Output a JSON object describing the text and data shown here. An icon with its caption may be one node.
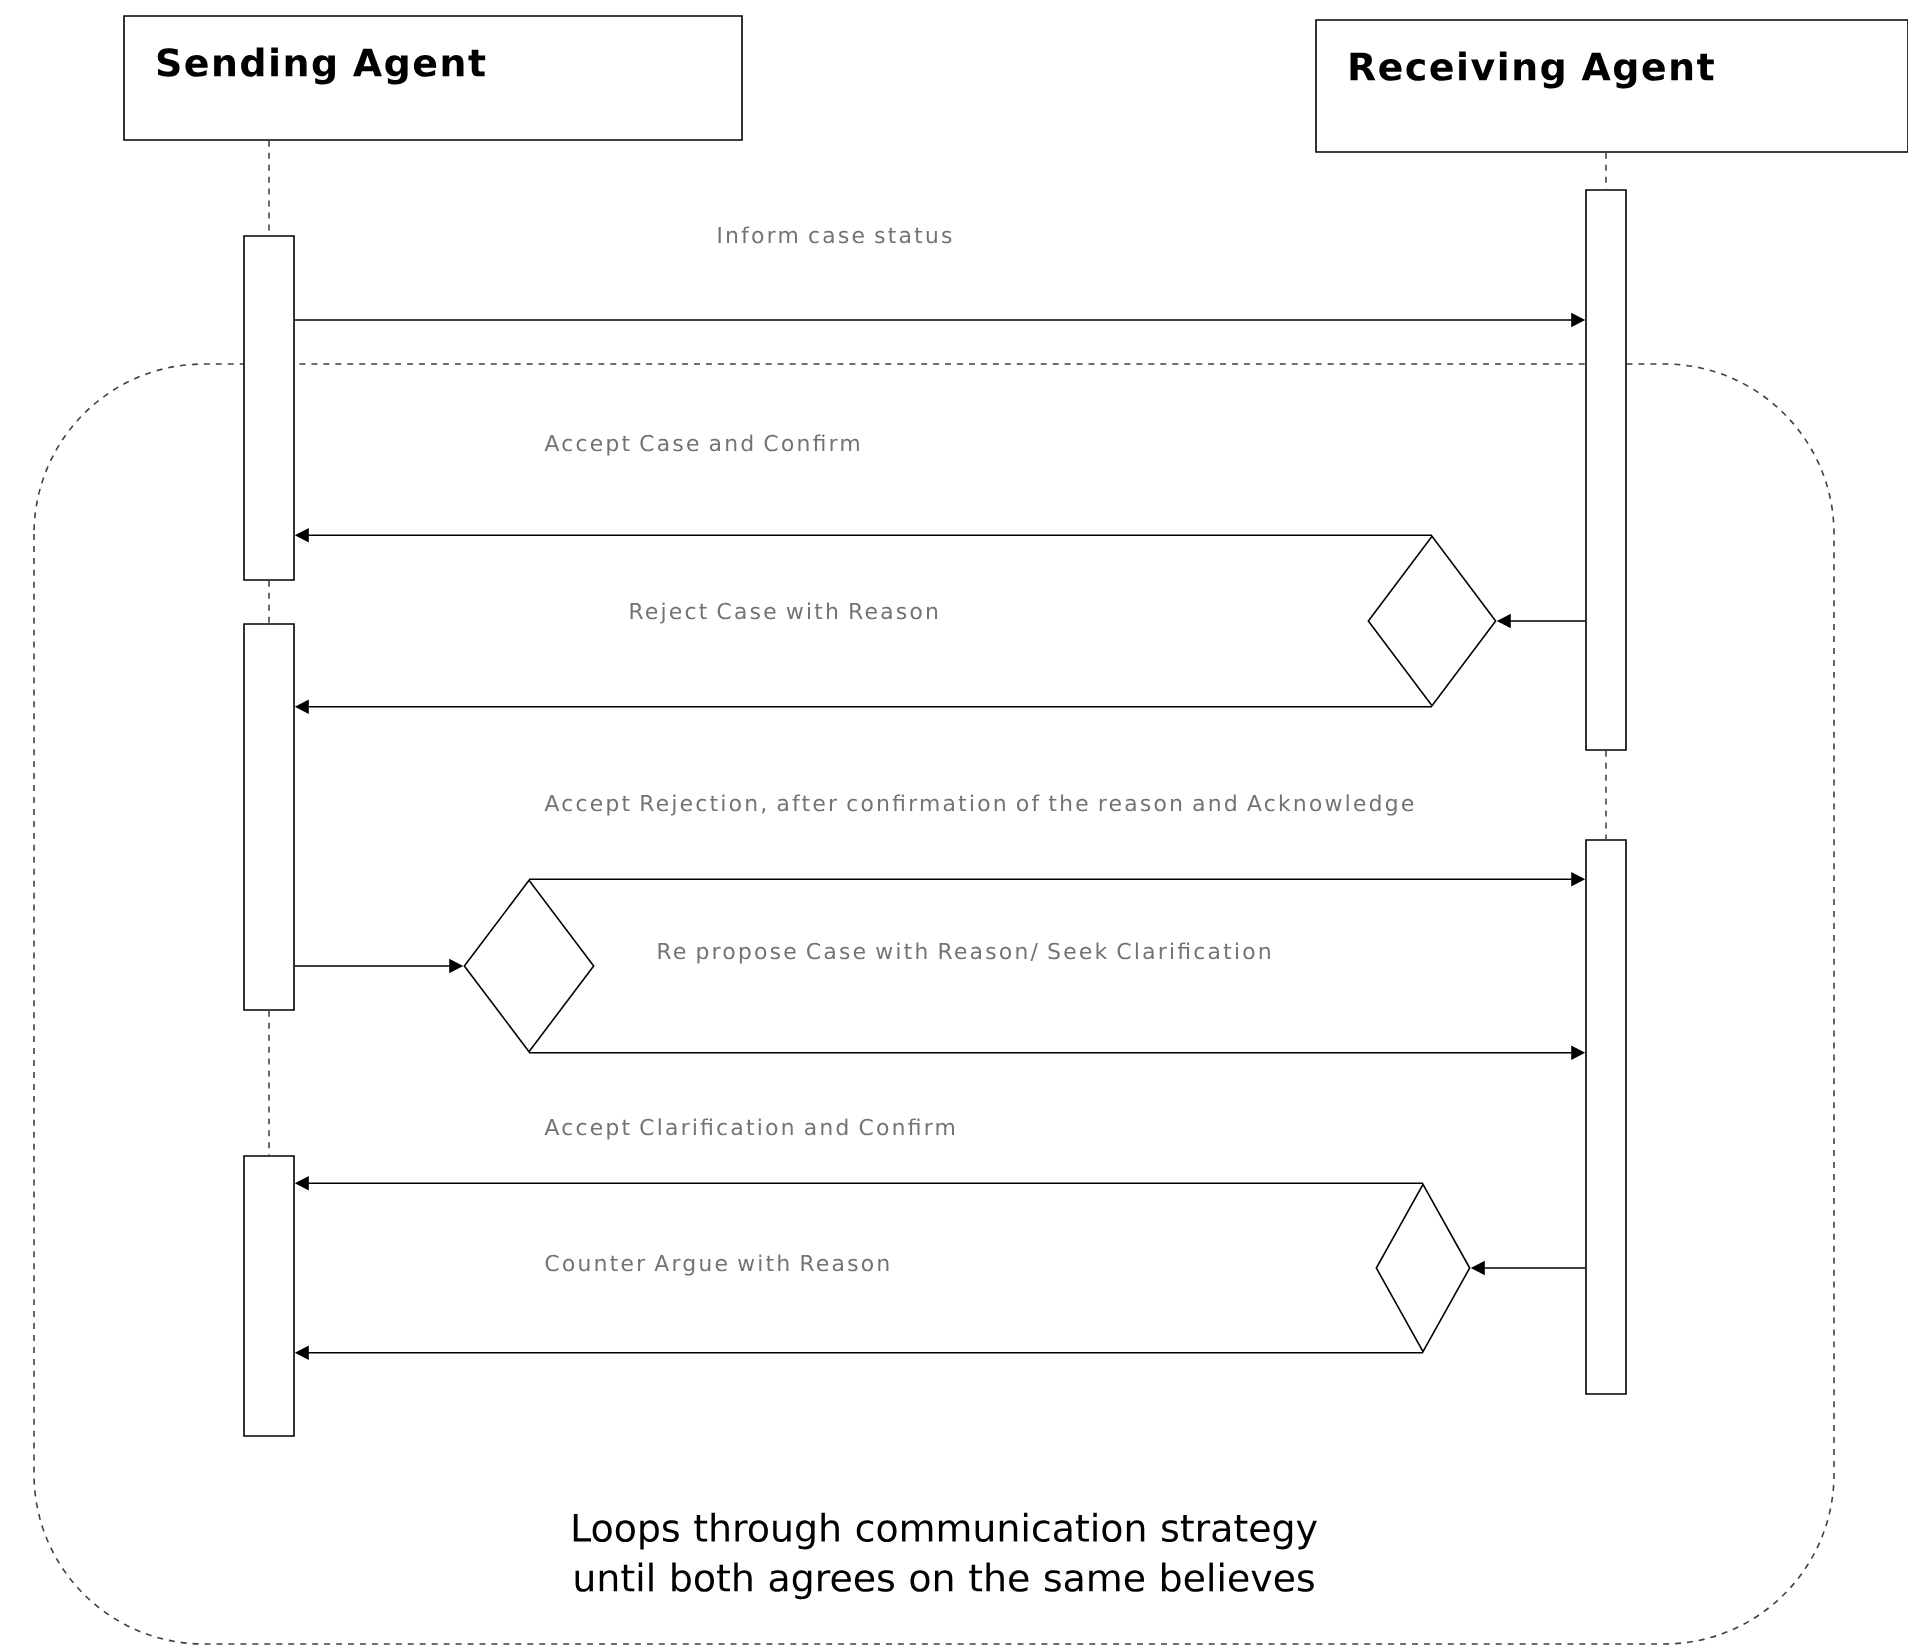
{
  "diagram": {
    "nodes": [
      {
        "text": [
          "Sending Agent"
        ]
      },
      {
        "text": [
          "Receiving Agent"
        ]
      },
      {
        "text": [],
        "shape": "bar"
      },
      {
        "text": [],
        "shape": "bar"
      },
      {
        "text": [],
        "shape": "bar"
      },
      {
        "text": [],
        "shape": "bar"
      },
      {
        "text": [],
        "shape": "bar"
      },
      {
        "text": [],
        "shape": "diamond"
      },
      {
        "text": [],
        "shape": "diamond"
      },
      {
        "text": [],
        "shape": "diamond"
      }
    ],
    "edges": [
      {
        "from": 0,
        "to": 2,
        "arrow": "none",
        "style": "dashed"
      },
      {
        "from": 2,
        "to": 4,
        "arrow": "none",
        "style": "dashed"
      },
      {
        "from": 4,
        "to": 6,
        "arrow": "none",
        "style": "dashed"
      },
      {
        "from": 1,
        "to": 3,
        "arrow": "none",
        "style": "dashed"
      },
      {
        "from": 3,
        "to": 5,
        "arrow": "none",
        "style": "dashed"
      },
      {
        "from": 2,
        "to": 3,
        "arrow": "to",
        "label": "Inform case status"
      },
      {
        "from": 7,
        "to": 2,
        "arrow": "to",
        "label": "Accept Case and Confirm"
      },
      {
        "from": 3,
        "to": 7,
        "arrow": "to"
      },
      {
        "from": 7,
        "to": 4,
        "arrow": "to",
        "label": "Reject Case with Reason"
      },
      {
        "from": 4,
        "to": 8,
        "arrow": "to"
      },
      {
        "from": 8,
        "to": 5,
        "arrow": "to",
        "label": "Accept Rejection, after confirmation of the reason and Acknowledge"
      },
      {
        "from": 8,
        "to": 5,
        "arrow": "to",
        "label": "Re propose Case with Reason/ Seek Clarification"
      },
      {
        "from": 9,
        "to": 6,
        "arrow": "to",
        "label": "Accept Clarification and Confirm"
      },
      {
        "from": 5,
        "to": 9,
        "arrow": "to"
      },
      {
        "from": 9,
        "to": 6,
        "arrow": "to",
        "label": "Counter Argue with Reason"
      }
    ],
    "labels": [
      "Loops through communication strategy until both agrees on the same believes"
    ]
  }
}
